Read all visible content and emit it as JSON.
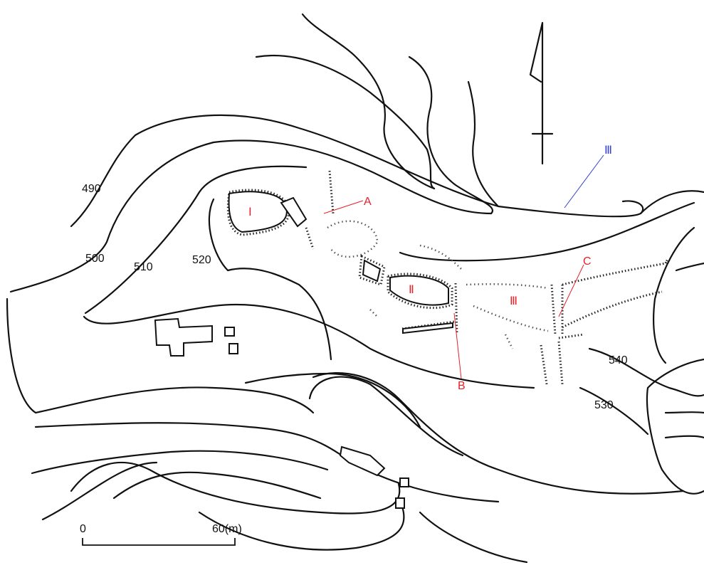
{
  "contours": {
    "c490": "490",
    "c500": "500",
    "c510": "510",
    "c520": "520",
    "c530": "530",
    "c540": "540"
  },
  "enclosures": {
    "I": "Ⅰ",
    "II": "Ⅱ",
    "III": "Ⅲ"
  },
  "points": {
    "A": "A",
    "B": "B",
    "C": "C"
  },
  "callout_blue": "Ⅲ",
  "scale": {
    "start": "0",
    "end": "60(m)"
  },
  "colors": {
    "annotation_red": "#e8202a",
    "annotation_blue": "#3340d0",
    "ink": "#111111"
  }
}
